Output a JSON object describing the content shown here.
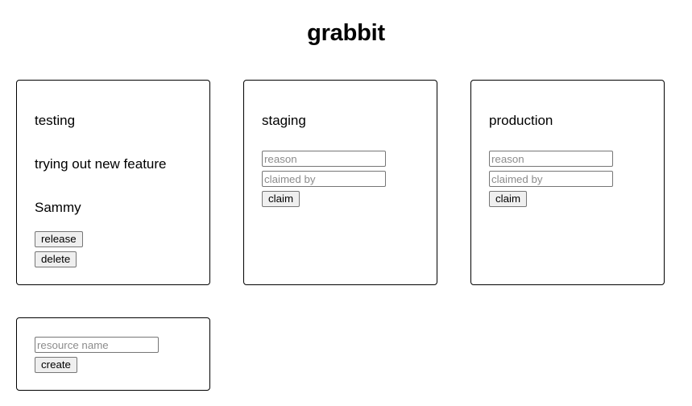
{
  "app": {
    "title": "grabbit"
  },
  "resources": [
    {
      "name": "testing",
      "state": "claimed",
      "reason": "trying out new feature",
      "claimed_by": "Sammy",
      "actions": [
        {
          "label": "release",
          "icon": "release-button"
        },
        {
          "label": "delete",
          "icon": "delete-button"
        }
      ]
    },
    {
      "name": "staging",
      "state": "unclaimed",
      "reason_placeholder": "reason",
      "claimed_by_placeholder": "claimed by",
      "reason_value": "",
      "claimed_by_value": "",
      "claim_label": "claim"
    },
    {
      "name": "production",
      "state": "unclaimed",
      "reason_placeholder": "reason",
      "claimed_by_placeholder": "claimed by",
      "reason_value": "",
      "claimed_by_value": "",
      "claim_label": "claim"
    }
  ],
  "create": {
    "resource_name_placeholder": "resource name",
    "resource_name_value": "",
    "create_label": "create"
  },
  "colors": {
    "page_background": "#ffffff",
    "card_border": "#000000",
    "text": "#000000",
    "placeholder": "#8c8c8c",
    "control_border": "#767676",
    "button_background": "#efefef"
  }
}
